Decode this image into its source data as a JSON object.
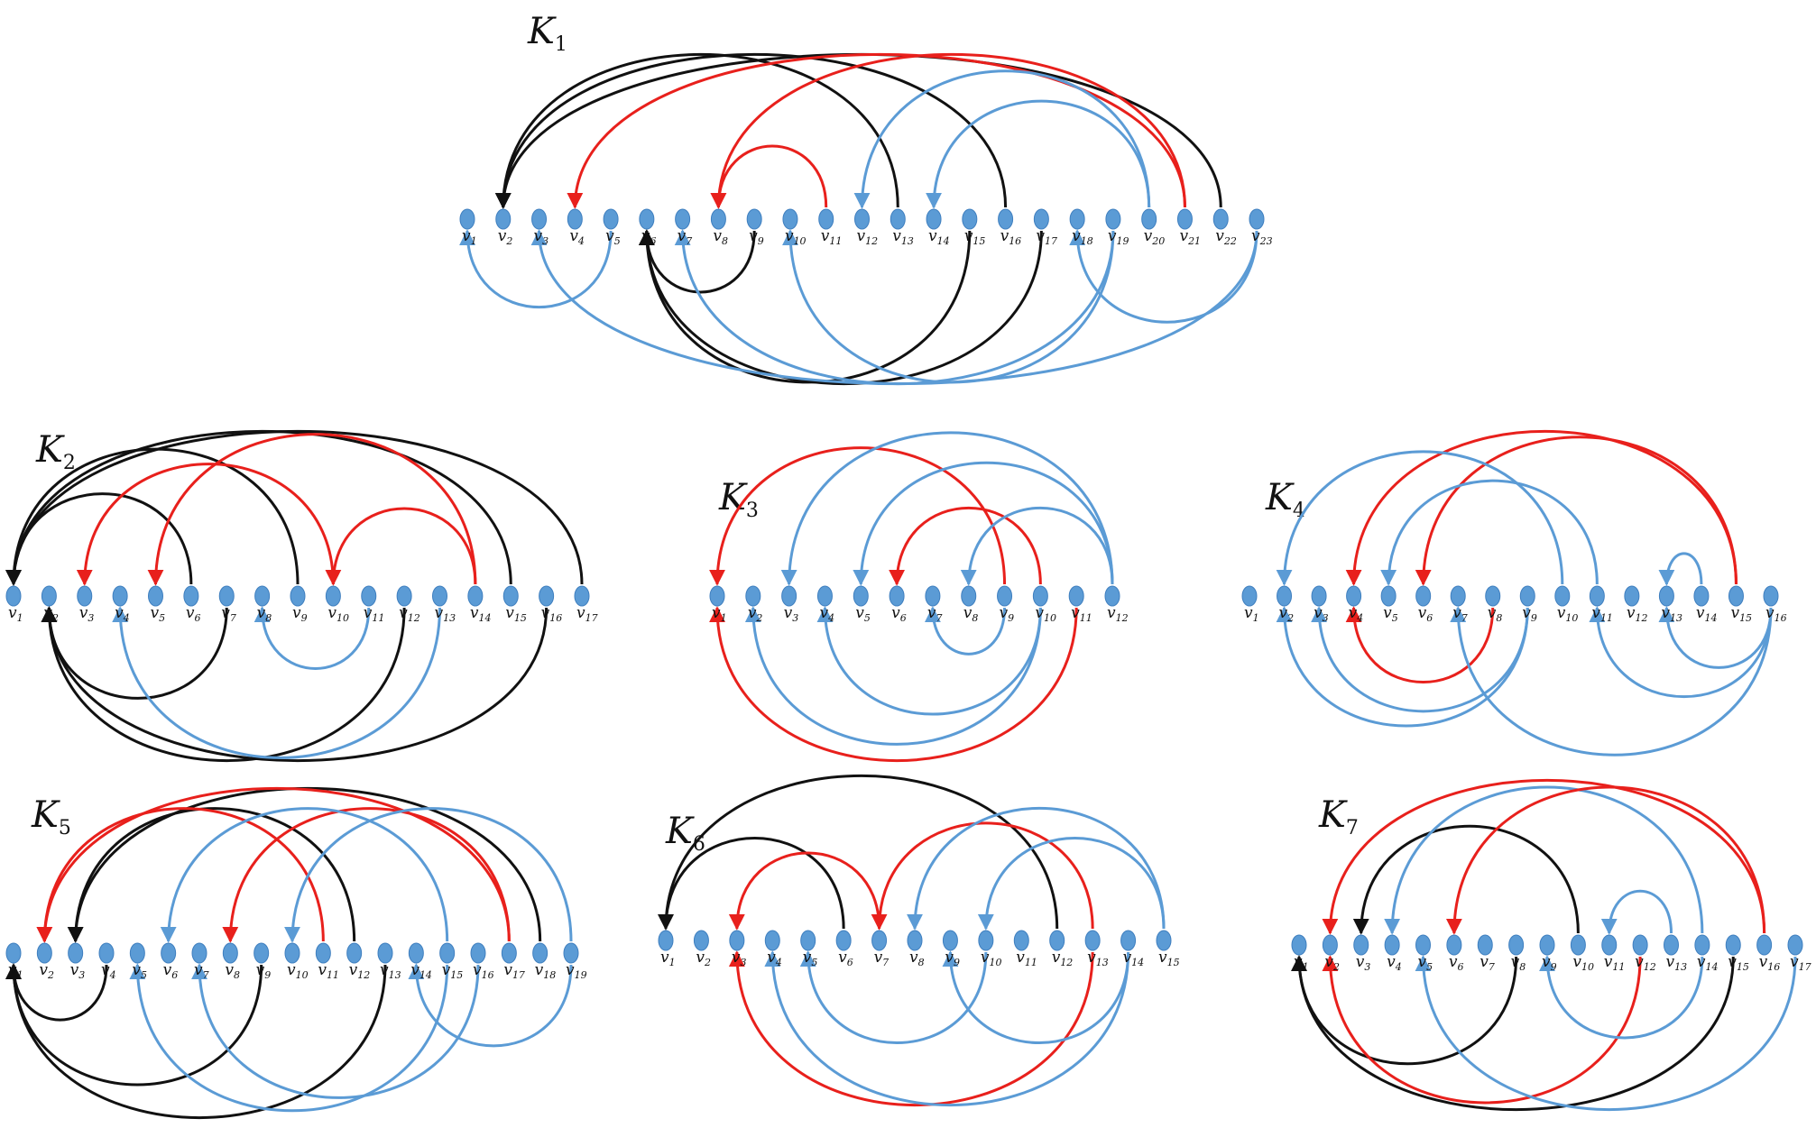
{
  "colors": {
    "black": "#111111",
    "red": "#e8201c",
    "blue": "#5b9bd5",
    "node": "#5b9bd5",
    "node_stroke": "#3f7fbf"
  },
  "diagrams": [
    {
      "symbol": "K",
      "index": "1",
      "vertices": [
        "1",
        "2",
        "3",
        "4",
        "5",
        "6",
        "7",
        "8",
        "9",
        "10",
        "11",
        "12",
        "13",
        "14",
        "15",
        "16",
        "17",
        "18",
        "19",
        "20",
        "21",
        "22",
        "23"
      ],
      "edges": [
        {
          "from": 22,
          "to": 2,
          "color": "black",
          "side": "up"
        },
        {
          "from": 16,
          "to": 2,
          "color": "black",
          "side": "up"
        },
        {
          "from": 13,
          "to": 2,
          "color": "black",
          "side": "up"
        },
        {
          "from": 21,
          "to": 4,
          "color": "red",
          "side": "up"
        },
        {
          "from": 11,
          "to": 8,
          "color": "red",
          "side": "up"
        },
        {
          "from": 21,
          "to": 8,
          "color": "red",
          "side": "up"
        },
        {
          "from": 20,
          "to": 12,
          "color": "blue",
          "side": "up"
        },
        {
          "from": 20,
          "to": 14,
          "color": "blue",
          "side": "up"
        },
        {
          "from": 9,
          "to": 6,
          "color": "black",
          "side": "down"
        },
        {
          "from": 15,
          "to": 6,
          "color": "black",
          "side": "down"
        },
        {
          "from": 17,
          "to": 6,
          "color": "black",
          "side": "down"
        },
        {
          "from": 5,
          "to": 1,
          "color": "blue",
          "side": "down"
        },
        {
          "from": 23,
          "to": 3,
          "color": "blue",
          "side": "down"
        },
        {
          "from": 19,
          "to": 7,
          "color": "blue",
          "side": "down"
        },
        {
          "from": 19,
          "to": 10,
          "color": "blue",
          "side": "down"
        },
        {
          "from": 23,
          "to": 18,
          "color": "blue",
          "side": "down"
        }
      ]
    },
    {
      "symbol": "K",
      "index": "2",
      "vertices": [
        "1",
        "2",
        "3",
        "4",
        "5",
        "6",
        "7",
        "8",
        "9",
        "10",
        "11",
        "12",
        "13",
        "14",
        "15",
        "16",
        "17"
      ],
      "edges": [
        {
          "from": 17,
          "to": 1,
          "color": "black",
          "side": "up"
        },
        {
          "from": 15,
          "to": 1,
          "color": "black",
          "side": "up"
        },
        {
          "from": 9,
          "to": 1,
          "color": "black",
          "side": "up"
        },
        {
          "from": 6,
          "to": 1,
          "color": "black",
          "side": "up"
        },
        {
          "from": 10,
          "to": 3,
          "color": "red",
          "side": "up"
        },
        {
          "from": 14,
          "to": 5,
          "color": "red",
          "side": "up"
        },
        {
          "from": 14,
          "to": 10,
          "color": "red",
          "side": "up"
        },
        {
          "from": 7,
          "to": 2,
          "color": "black",
          "side": "down"
        },
        {
          "from": 12,
          "to": 2,
          "color": "black",
          "side": "down"
        },
        {
          "from": 16,
          "to": 2,
          "color": "black",
          "side": "down"
        },
        {
          "from": 11,
          "to": 8,
          "color": "blue",
          "side": "down"
        },
        {
          "from": 13,
          "to": 4,
          "color": "blue",
          "side": "down"
        }
      ]
    },
    {
      "symbol": "K",
      "index": "3",
      "vertices": [
        "1",
        "2",
        "3",
        "4",
        "5",
        "6",
        "7",
        "8",
        "9",
        "10",
        "11",
        "12"
      ],
      "edges": [
        {
          "from": 9,
          "to": 1,
          "color": "red",
          "side": "up"
        },
        {
          "from": 10,
          "to": 6,
          "color": "red",
          "side": "up"
        },
        {
          "from": 12,
          "to": 3,
          "color": "blue",
          "side": "up"
        },
        {
          "from": 12,
          "to": 5,
          "color": "blue",
          "side": "up"
        },
        {
          "from": 12,
          "to": 8,
          "color": "blue",
          "side": "up"
        },
        {
          "from": 11,
          "to": 1,
          "color": "red",
          "side": "down"
        },
        {
          "from": 10,
          "to": 2,
          "color": "blue",
          "side": "down"
        },
        {
          "from": 10,
          "to": 4,
          "color": "blue",
          "side": "down"
        },
        {
          "from": 9,
          "to": 7,
          "color": "blue",
          "side": "down"
        }
      ]
    },
    {
      "symbol": "K",
      "index": "4",
      "vertices": [
        "1",
        "2",
        "3",
        "4",
        "5",
        "6",
        "7",
        "8",
        "9",
        "10",
        "11",
        "12",
        "13",
        "14",
        "15",
        "16"
      ],
      "edges": [
        {
          "from": 15,
          "to": 4,
          "color": "red",
          "side": "up"
        },
        {
          "from": 15,
          "to": 6,
          "color": "red",
          "side": "up"
        },
        {
          "from": 10,
          "to": 2,
          "color": "blue",
          "side": "up"
        },
        {
          "from": 11,
          "to": 5,
          "color": "blue",
          "side": "up"
        },
        {
          "from": 14,
          "to": 13,
          "color": "blue",
          "side": "up"
        },
        {
          "from": 8,
          "to": 4,
          "color": "red",
          "side": "down"
        },
        {
          "from": 9,
          "to": 3,
          "color": "blue",
          "side": "down"
        },
        {
          "from": 9,
          "to": 2,
          "color": "blue",
          "side": "down"
        },
        {
          "from": 16,
          "to": 7,
          "color": "blue",
          "side": "down"
        },
        {
          "from": 16,
          "to": 11,
          "color": "blue",
          "side": "down"
        },
        {
          "from": 16,
          "to": 13,
          "color": "blue",
          "side": "down"
        }
      ]
    },
    {
      "symbol": "K",
      "index": "5",
      "vertices": [
        "1",
        "2",
        "3",
        "4",
        "5",
        "6",
        "7",
        "8",
        "9",
        "10",
        "11",
        "12",
        "13",
        "14",
        "15",
        "16",
        "17",
        "18",
        "19"
      ],
      "edges": [
        {
          "from": 18,
          "to": 3,
          "color": "black",
          "side": "up"
        },
        {
          "from": 12,
          "to": 3,
          "color": "black",
          "side": "up"
        },
        {
          "from": 11,
          "to": 2,
          "color": "red",
          "side": "up"
        },
        {
          "from": 17,
          "to": 2,
          "color": "red",
          "side": "up"
        },
        {
          "from": 17,
          "to": 8,
          "color": "red",
          "side": "up"
        },
        {
          "from": 15,
          "to": 6,
          "color": "blue",
          "side": "up"
        },
        {
          "from": 19,
          "to": 10,
          "color": "blue",
          "side": "up"
        },
        {
          "from": 4,
          "to": 1,
          "color": "black",
          "side": "down"
        },
        {
          "from": 9,
          "to": 1,
          "color": "black",
          "side": "down"
        },
        {
          "from": 13,
          "to": 1,
          "color": "black",
          "side": "down"
        },
        {
          "from": 15,
          "to": 5,
          "color": "blue",
          "side": "down"
        },
        {
          "from": 16,
          "to": 7,
          "color": "blue",
          "side": "down"
        },
        {
          "from": 19,
          "to": 14,
          "color": "blue",
          "side": "down"
        }
      ]
    },
    {
      "symbol": "K",
      "index": "6",
      "vertices": [
        "1",
        "2",
        "3",
        "4",
        "5",
        "6",
        "7",
        "8",
        "9",
        "10",
        "11",
        "12",
        "13",
        "14",
        "15"
      ],
      "edges": [
        {
          "from": 12,
          "to": 1,
          "color": "black",
          "side": "up"
        },
        {
          "from": 6,
          "to": 1,
          "color": "black",
          "side": "up"
        },
        {
          "from": 7,
          "to": 3,
          "color": "red",
          "side": "up"
        },
        {
          "from": 13,
          "to": 7,
          "color": "red",
          "side": "up"
        },
        {
          "from": 15,
          "to": 8,
          "color": "blue",
          "side": "up"
        },
        {
          "from": 15,
          "to": 10,
          "color": "blue",
          "side": "up"
        },
        {
          "from": 13,
          "to": 3,
          "color": "red",
          "side": "down"
        },
        {
          "from": 10,
          "to": 5,
          "color": "blue",
          "side": "down"
        },
        {
          "from": 14,
          "to": 4,
          "color": "blue",
          "side": "down"
        },
        {
          "from": 14,
          "to": 9,
          "color": "blue",
          "side": "down"
        }
      ]
    },
    {
      "symbol": "K",
      "index": "7",
      "vertices": [
        "1",
        "2",
        "3",
        "4",
        "5",
        "6",
        "7",
        "8",
        "9",
        "10",
        "11",
        "12",
        "13",
        "14",
        "15",
        "16",
        "17"
      ],
      "edges": [
        {
          "from": 16,
          "to": 2,
          "color": "red",
          "side": "up"
        },
        {
          "from": 10,
          "to": 3,
          "color": "black",
          "side": "up"
        },
        {
          "from": 14,
          "to": 4,
          "color": "blue",
          "side": "up"
        },
        {
          "from": 16,
          "to": 6,
          "color": "red",
          "side": "up"
        },
        {
          "from": 13,
          "to": 11,
          "color": "blue",
          "side": "up"
        },
        {
          "from": 8,
          "to": 1,
          "color": "black",
          "side": "down"
        },
        {
          "from": 15,
          "to": 1,
          "color": "black",
          "side": "down"
        },
        {
          "from": 12,
          "to": 2,
          "color": "red",
          "side": "down"
        },
        {
          "from": 17,
          "to": 5,
          "color": "blue",
          "side": "down"
        },
        {
          "from": 14,
          "to": 9,
          "color": "blue",
          "side": "down"
        }
      ]
    }
  ]
}
